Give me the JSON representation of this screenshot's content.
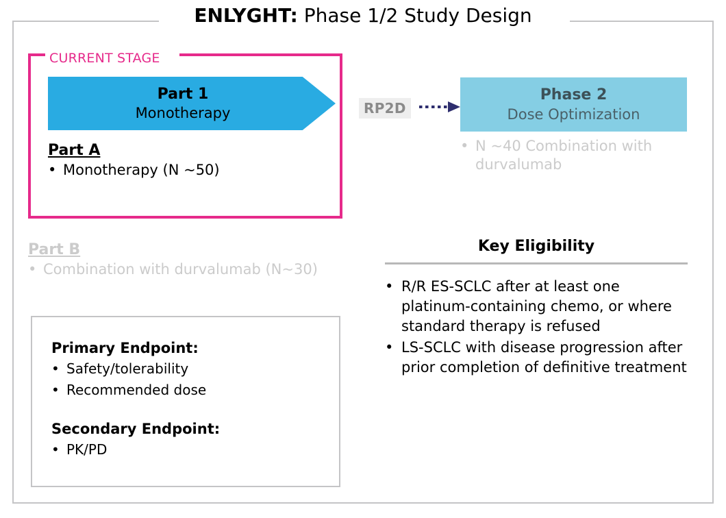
{
  "title": {
    "strong": "ENLYGHT:",
    "rest": " Phase 1/2 Study Design"
  },
  "current_stage": {
    "label": "CURRENT STAGE",
    "accent_color": "#e62a8b"
  },
  "part1": {
    "title": "Part 1",
    "subtitle": "Monotherapy",
    "fill_color": "#29abe2"
  },
  "part_a": {
    "heading": "Part A",
    "bullet_glyph": "•",
    "items": [
      "Monotherapy (N ~50)"
    ]
  },
  "part_b": {
    "heading": "Part B",
    "bullet_glyph": "•",
    "items": [
      "Combination with durvalumab (N~30)"
    ],
    "disabled_color": "#cbcbcb"
  },
  "transition": {
    "rp2d_label": "RP2D",
    "arrow_style": "dotted-right-arrow",
    "arrow_color": "#2e2e6e",
    "rp2d_bg": "#eeeeee",
    "rp2d_color": "#8a8a8a"
  },
  "phase2": {
    "title": "Phase 2",
    "subtitle": "Dose Optimization",
    "fill_color": "#85cee4",
    "text_color": "#3d5158",
    "bullet_glyph": "•",
    "notes": [
      "N ~40 Combination with durvalumab"
    ],
    "notes_color": "#cbcbcb"
  },
  "endpoints": {
    "primary_heading": "Primary Endpoint:",
    "primary_items": [
      "Safety/tolerability",
      "Recommended dose"
    ],
    "secondary_heading": "Secondary Endpoint:",
    "secondary_items": [
      "PK/PD"
    ],
    "bullet_glyph": "•"
  },
  "eligibility": {
    "heading": "Key Eligibility",
    "bullet_glyph": "•",
    "items": [
      "R/R ES-SCLC after at least one platinum-containing chemo, or where standard therapy is refused",
      "LS-SCLC with disease progression after prior completion of definitive treatment"
    ]
  }
}
